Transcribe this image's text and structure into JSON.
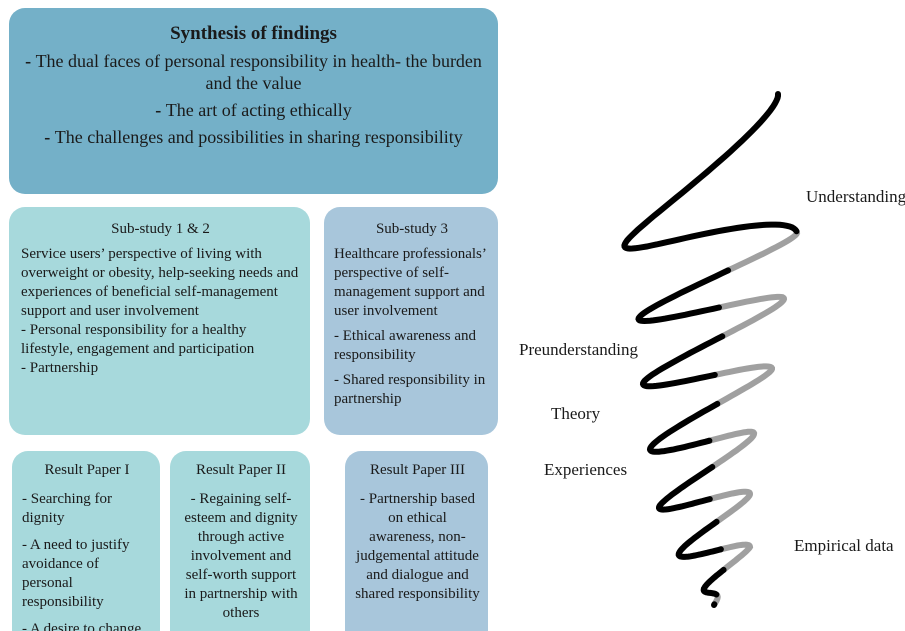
{
  "synthesis": {
    "title": "Synthesis of findings",
    "lines": [
      "The dual faces of personal responsibility in health- the burden and the value",
      "The art of acting ethically",
      "The challenges and possibilities in sharing responsibility"
    ]
  },
  "sub_study_12": {
    "title": "Sub-study 1 & 2",
    "description": "Service users’ perspective of living with overweight or obesity, help-seeking needs and experiences of beneficial self-management support and user involvement",
    "points": [
      "- Personal responsibility for a healthy lifestyle, engagement and participation",
      "- Partnership"
    ]
  },
  "sub_study_3": {
    "title": "Sub-study 3",
    "description": "Healthcare professionals’ perspective of self-management support and user involvement",
    "points": [
      "- Ethical awareness and responsibility",
      "- Shared responsibility in partnership"
    ]
  },
  "result_1": {
    "title": "Result Paper I",
    "points": [
      "- Searching for dignity",
      "- A need to justify avoidance of personal responsibility",
      "- A desire to change"
    ]
  },
  "result_2": {
    "title": "Result Paper II",
    "text": "- Regaining self-esteem and dignity through active involvement and self-worth support in partnership with others"
  },
  "result_3": {
    "title": "Result Paper III",
    "text": "- Partnership based on ethical awareness, non-judgemental attitude and dialogue and shared responsibility"
  },
  "spiral_labels": {
    "understanding": "Understanding",
    "preunderstanding": "Preunderstanding",
    "theory": "Theory",
    "experiences": "Experiences",
    "empirical": "Empirical data"
  },
  "colors": {
    "synthesis_box": "#74b0c8",
    "teal_box": "#a7d9dc",
    "blue_box": "#a8c6db",
    "spiral_front": "#000000",
    "spiral_back": "#a0a0a0"
  }
}
